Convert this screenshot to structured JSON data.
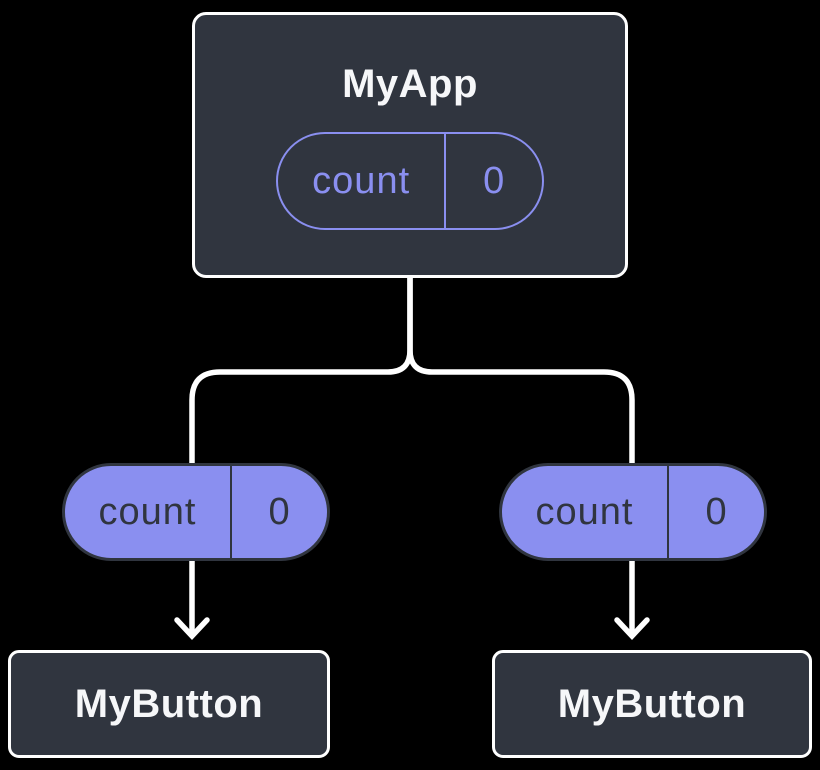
{
  "colors": {
    "background": "#000000",
    "node_bg": "#30353f",
    "node_border": "#ffffff",
    "node_text": "#f6f7f9",
    "accent_purple": "#8a8ff0",
    "connector": "#ffffff",
    "pill_text_dark": "#30353f"
  },
  "root_node": {
    "title": "MyApp",
    "state_pill": {
      "label": "count",
      "value": "0"
    }
  },
  "props": {
    "left_pill": {
      "label": "count",
      "value": "0"
    },
    "right_pill": {
      "label": "count",
      "value": "0"
    }
  },
  "children": {
    "left": {
      "title": "MyButton"
    },
    "right": {
      "title": "MyButton"
    }
  }
}
